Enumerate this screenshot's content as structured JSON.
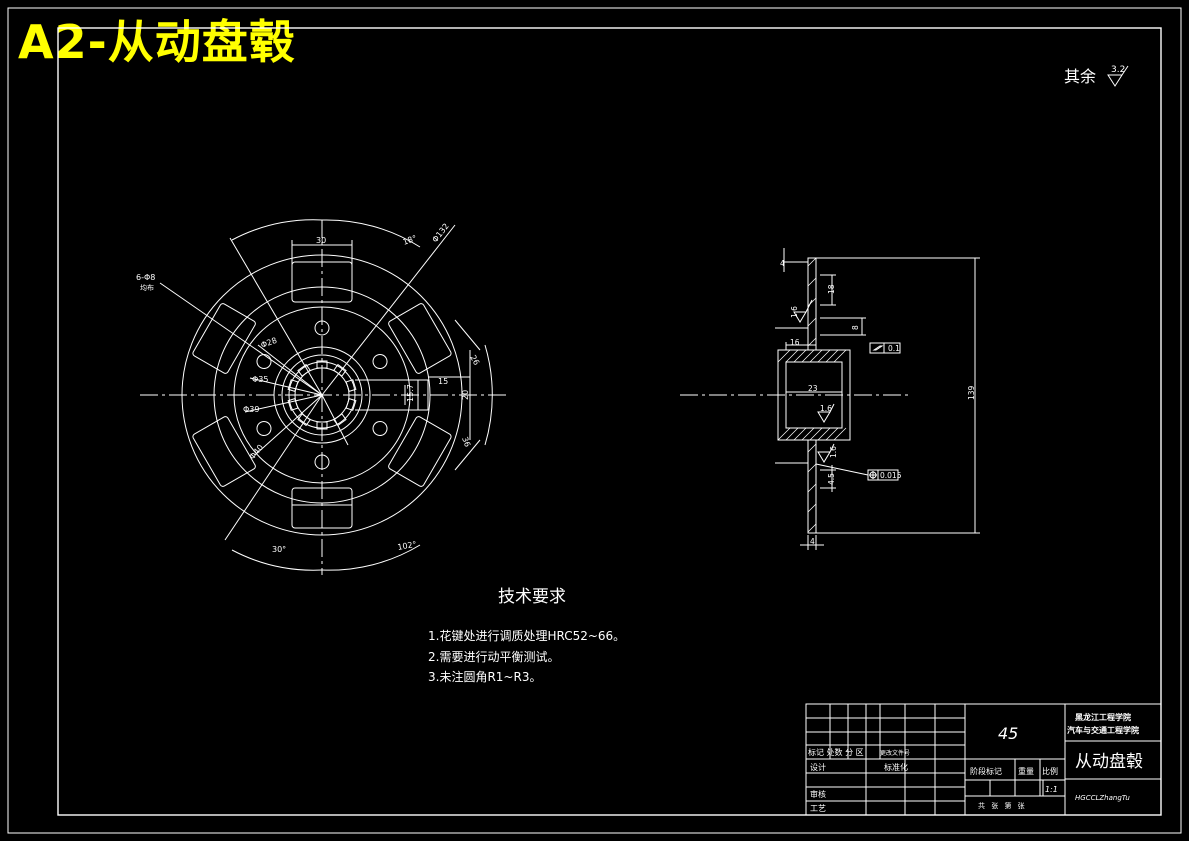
{
  "banner": {
    "title": "A2-从动盘毂"
  },
  "surface_note": {
    "label": "其余",
    "value": "3.2"
  },
  "front_view": {
    "dims": {
      "d30": "30",
      "d18": "18°",
      "d132": "Φ132",
      "d28": "Φ28",
      "d35": "Φ35",
      "d39": "Φ39",
      "d40": "Φ40",
      "d157": "15.7",
      "d15": "15",
      "d20": "20",
      "d36": "36",
      "d30deg": "30°",
      "d102": "102°",
      "holes": "6-Φ8",
      "holes_sub": "均布",
      "d26": "26"
    }
  },
  "side_view": {
    "dims": {
      "t4top": "4",
      "h18": "18",
      "h8": "8",
      "r16": "1.6",
      "w16": "16",
      "tol01": "0.1",
      "w23": "23",
      "r16b": "1.6",
      "r16c": "1.6",
      "h45": "4.5",
      "tol015": "0.015",
      "h139": "139",
      "t4bot": "4"
    }
  },
  "tech": {
    "title": "技术要求",
    "items": [
      "1.花键处进行调质处理HRC52~66。",
      "2.需要进行动平衡测试。",
      "3.未注圆角R1~R3。"
    ]
  },
  "title_block": {
    "material": "45",
    "school_1": "黑龙江工程学院",
    "school_2": "汽车与交通工程学院",
    "part_name": "从动盘毂",
    "rev_labels": "标记 处数 分 区",
    "doc_label": "更改文件号",
    "design": "设计",
    "standard": "标准化",
    "review": "审核",
    "process": "工艺",
    "stage": "阶段标记",
    "weight": "重量",
    "scale_label": "比例",
    "scale": "1:1",
    "sheet": "共 张 第 张",
    "code": "HGCCLZhangTu"
  }
}
